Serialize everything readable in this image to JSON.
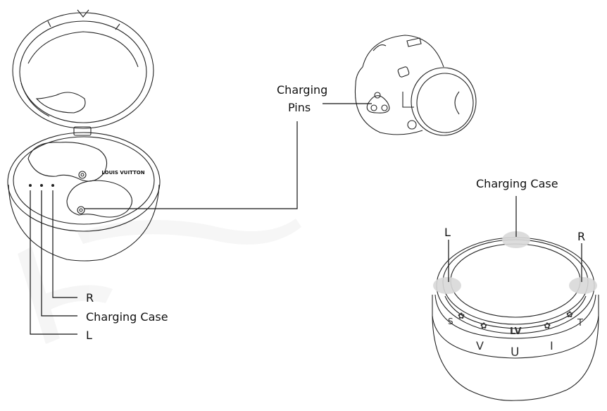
{
  "labels": {
    "charging_pins_line1": "Charging",
    "charging_pins_line2": "Pins",
    "left_r": "R",
    "left_charging_case": "Charging Case",
    "left_l": "L",
    "right_charging_case": "Charging Case",
    "right_l": "L",
    "right_r": "R"
  },
  "case_brand": "LOUIS VUITTON",
  "ring_letters": [
    "S",
    "V",
    "U",
    "I",
    "T"
  ],
  "icons": [
    "earbud-icon",
    "charging-case-open-icon",
    "charging-case-closed-icon"
  ]
}
